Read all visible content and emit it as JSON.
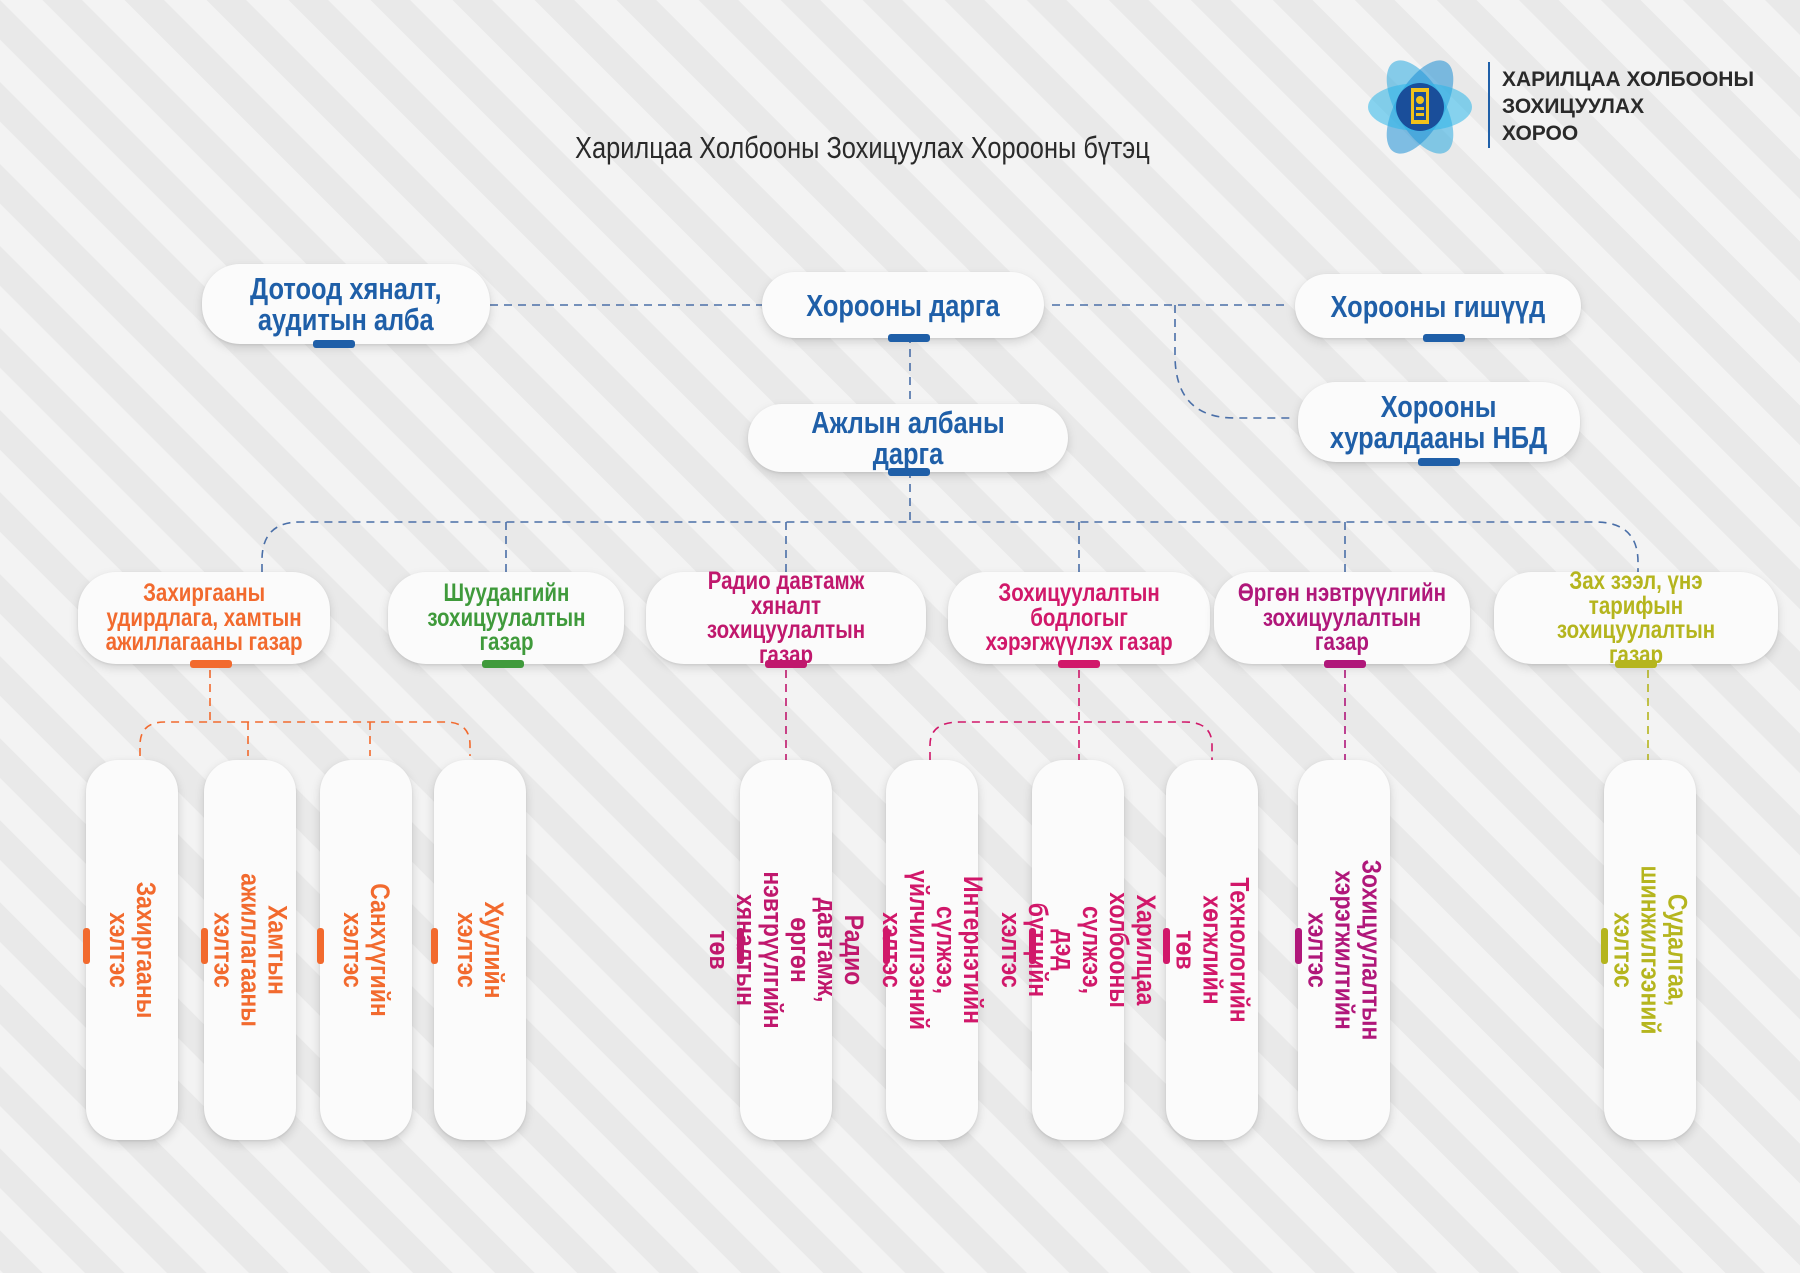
{
  "title": "Харилцаа Холбооны Зохицуулах Хорооны бүтэц",
  "logo": {
    "name_lines": [
      "ХАРИЛЦАА ХОЛБООНЫ",
      "ЗОХИЦУУЛАХ",
      "ХОРОО"
    ],
    "icon": "soyombo-emblem-icon"
  },
  "colors": {
    "blue": "#1f5fa8",
    "orange": "#f26a2e",
    "green": "#3f9a3b",
    "magenta": "#c0186d",
    "yellow_green": "#b5b51e"
  },
  "top_nodes": {
    "internal_audit": "Дотоод хяналт,\nаудитын алба",
    "chairman": "Хорооны дарга",
    "members": "Хорооны гишүүд",
    "secretary": "Хорооны\nхуралдааны НБД",
    "office_head": "Ажлын албаны дарга"
  },
  "departments": [
    {
      "label": "Захиргааны\nудирдлага, хамтын\nажиллагааны газар",
      "color": "#f26a2e"
    },
    {
      "label": "Шуудангийн\nзохицуулалтын\nгазар",
      "color": "#3f9a3b"
    },
    {
      "label": "Радио давтамж\nхяналт зохицуулалтын\nгазар",
      "color": "#c0186d"
    },
    {
      "label": "Зохицуулалтын\nбодлогыг\nхэрэгжүүлэх газар",
      "color": "#d1186a"
    },
    {
      "label": "Өргөн нэвтрүүлгийн\nзохицуулалтын\nгазар",
      "color": "#b0177a"
    },
    {
      "label": "Зах зээл, үнэ тарифын\nзохицуулалтын\nгазар",
      "color": "#b5b51e"
    }
  ],
  "units": [
    {
      "label": "Захиргааны хэлтэс",
      "color": "#f26a2e"
    },
    {
      "label": "Хамтын ажиллагааны\nхэлтэс",
      "color": "#f26a2e"
    },
    {
      "label": "Санхүүгийн хэлтэс",
      "color": "#f26a2e"
    },
    {
      "label": "Хуулийн хэлтэс",
      "color": "#f26a2e"
    },
    {
      "label": "Радио давтамж, өргөн\nнэвтрүүлгийн хяналтын төв",
      "color": "#c0186d"
    },
    {
      "label": "Интернэтийн сүлжээ,\nүйлчилгээний хэлтэс",
      "color": "#d1186a"
    },
    {
      "label": "Харилцаа холбооны\nсүлжээ, дэд бүтцийн хэлтэс",
      "color": "#d1186a"
    },
    {
      "label": "Технологийн хөгжлийн төв",
      "color": "#d1186a"
    },
    {
      "label": "Зохицуулалтын\nхэрэгжилтийн хэлтэс",
      "color": "#b0177a"
    },
    {
      "label": "Судалгаа, шинжилгээний\nхэлтэс",
      "color": "#b5b51e"
    }
  ]
}
